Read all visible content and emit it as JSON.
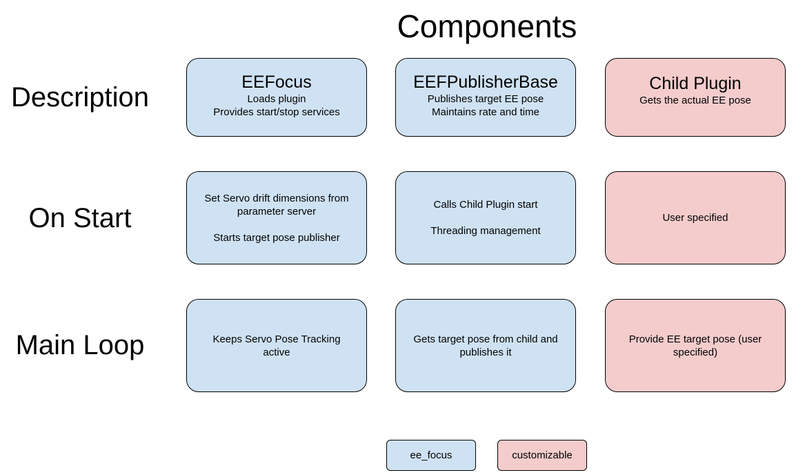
{
  "title": "Components",
  "rows": [
    {
      "label": "Description"
    },
    {
      "label": "On Start"
    },
    {
      "label": "Main Loop"
    }
  ],
  "description": {
    "ee_focus_box": {
      "title": "EEFocus",
      "lines": [
        "Loads plugin",
        "Provides start/stop services"
      ]
    },
    "publisher_base_box": {
      "title": "EEFPublisherBase",
      "lines": [
        "Publishes target EE pose",
        "Maintains rate and time"
      ]
    },
    "child_plugin_box": {
      "title": "Child Plugin",
      "lines": [
        "Gets the actual EE pose"
      ]
    }
  },
  "on_start": {
    "ee_focus_box": {
      "lines": [
        "Set Servo drift dimensions from",
        "parameter server",
        "",
        "Starts target pose publisher"
      ]
    },
    "publisher_base_box": {
      "lines": [
        "Calls Child Plugin start",
        "",
        "Threading management"
      ]
    },
    "child_plugin_box": {
      "lines": [
        "User specified"
      ]
    }
  },
  "main_loop": {
    "ee_focus_box": {
      "lines": [
        "Keeps Servo Pose Tracking",
        "active"
      ]
    },
    "publisher_base_box": {
      "lines": [
        "Gets target pose from child and",
        "publishes it"
      ]
    },
    "child_plugin_box": {
      "lines": [
        "Provide EE target pose (user",
        "specified)"
      ]
    }
  },
  "legend": {
    "ee_focus": "ee_focus",
    "customizable": "customizable"
  },
  "colors": {
    "ee_focus_fill": "#cfe2f3",
    "customizable_fill": "#f4cccc",
    "border": "#000000"
  }
}
